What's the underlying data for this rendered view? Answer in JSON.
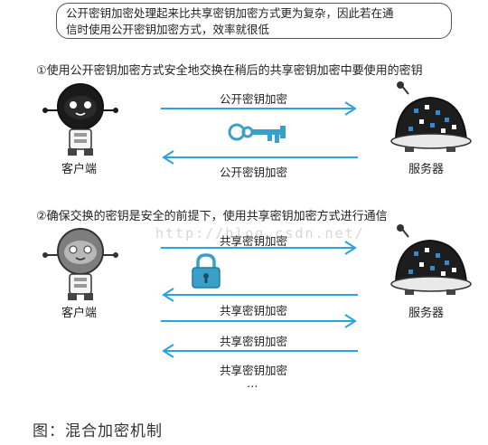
{
  "callout": {
    "line1": "公开密钥加密处理起来比共享密钥加密方式更为复杂，因此若在通",
    "line2": "信时使用公开密钥加密方式，效率就很低"
  },
  "step1": {
    "text": "①使用公开密钥加密方式安全地交换在稍后的共享密钥加密中要使用的密钥",
    "arrow_top": "公开密钥加密",
    "arrow_bottom": "公开密钥加密",
    "client_label": "客户端",
    "server_label": "服务器"
  },
  "step2": {
    "text": "②确保交换的密钥是安全的前提下，使用共享密钥加密方式进行通信",
    "arrows": [
      "共享密钥加密",
      "共享密钥加密",
      "共享密钥加密",
      "共享密钥加密"
    ],
    "ellipsis": "…",
    "client_label": "客户端",
    "server_label": "服务器"
  },
  "watermark": "http://blog.csdn.net/",
  "caption": "图：混合加密机制",
  "colors": {
    "arrow": "#2aa3de",
    "robot_dark": "#1a1a1a",
    "robot_gray": "#7d7d7d",
    "server_blue": "#3a86c8",
    "lock": "#3aa0c8",
    "key": "#3aa0c8"
  },
  "icons": [
    "robot-client-icon",
    "server-robot-icon",
    "key-icon",
    "lock-icon"
  ]
}
